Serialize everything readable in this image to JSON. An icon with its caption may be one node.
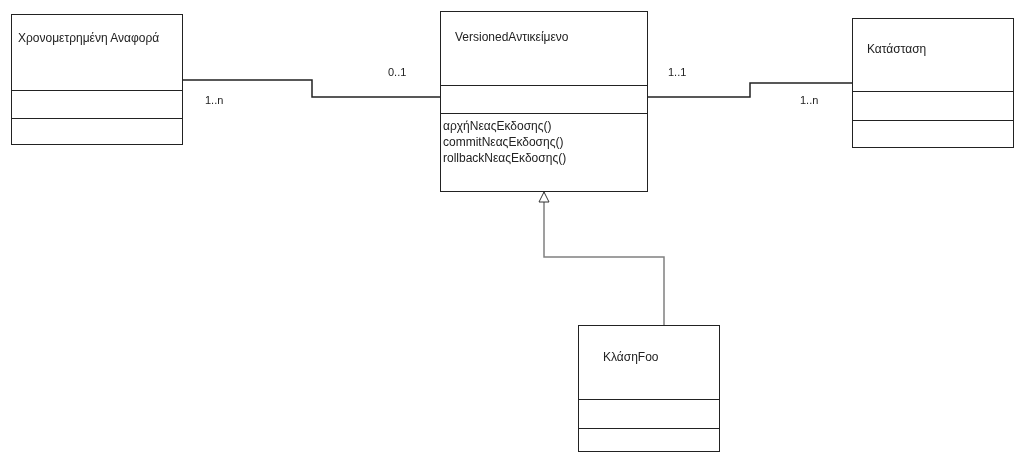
{
  "diagram": {
    "nodes": [
      {
        "text": [
          "Χρονομετρημένη Αναφορά"
        ]
      },
      {
        "text": [
          "VersionedΑντικείμενο",
          "αρχήΝεαςΕκδοσης()",
          "commitΝεαςΕκδοσης()",
          "rollbackΝεαςΕκδοσης()"
        ]
      },
      {
        "text": [
          "Κατάσταση"
        ]
      },
      {
        "text": [
          "ΚλάσηFoo"
        ]
      }
    ],
    "edges": [
      {
        "from": 0,
        "to": 1,
        "arrow": "none"
      },
      {
        "from": 1,
        "to": 2,
        "arrow": "none"
      },
      {
        "from": 3,
        "to": 1,
        "arrow": "to",
        "color": "#808080"
      }
    ],
    "labels": [
      "1..n",
      "0..1",
      "1..1",
      "1..n"
    ]
  }
}
